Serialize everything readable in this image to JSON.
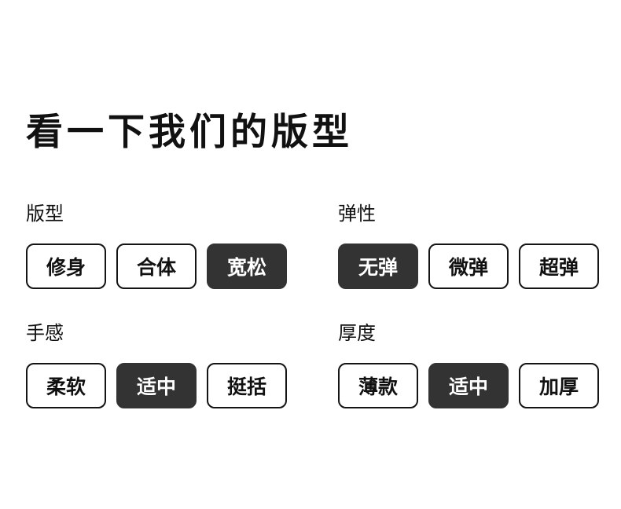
{
  "title": "看一下我们的版型",
  "colors": {
    "background": "#ffffff",
    "text": "#111111",
    "button_border": "#141414",
    "selected_background": "#333333",
    "selected_text": "#ffffff"
  },
  "sections": [
    {
      "label": "版型",
      "options": [
        {
          "label": "修身",
          "selected": false
        },
        {
          "label": "合体",
          "selected": false
        },
        {
          "label": "宽松",
          "selected": true
        }
      ]
    },
    {
      "label": "弹性",
      "options": [
        {
          "label": "无弹",
          "selected": true
        },
        {
          "label": "微弹",
          "selected": false
        },
        {
          "label": "超弹",
          "selected": false
        }
      ]
    },
    {
      "label": "手感",
      "options": [
        {
          "label": "柔软",
          "selected": false
        },
        {
          "label": "适中",
          "selected": true
        },
        {
          "label": "挺括",
          "selected": false
        }
      ]
    },
    {
      "label": "厚度",
      "options": [
        {
          "label": "薄款",
          "selected": false
        },
        {
          "label": "适中",
          "selected": true
        },
        {
          "label": "加厚",
          "selected": false
        }
      ]
    }
  ]
}
